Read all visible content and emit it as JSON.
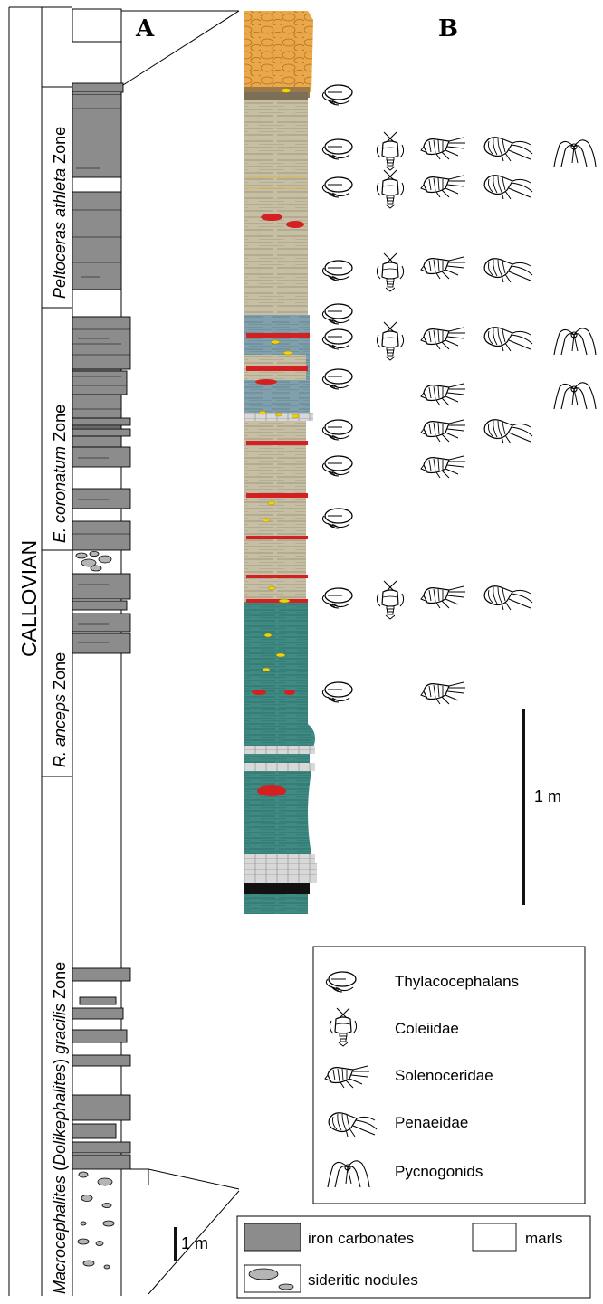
{
  "panel_labels": {
    "a": "A",
    "b": "B"
  },
  "stage": "CALLOVIAN",
  "zones": [
    {
      "id": "athleta",
      "italic": "Peltoceras athleta",
      "plain": " Zone"
    },
    {
      "id": "coronatum",
      "italic": "E. coronatum",
      "plain": " Zone"
    },
    {
      "id": "anceps",
      "italic": "R. anceps",
      "plain": " Zone"
    },
    {
      "id": "gracilis",
      "italic_a": "Macrocephalites",
      "plain_a": " (",
      "italic_b": "Dolikephalites",
      "plain_b": ") ",
      "italic_c": "gracilis",
      "plain_c": " Zone"
    }
  ],
  "scales": {
    "section_a": "1 m",
    "section_b": "1 m"
  },
  "fossil_legend": [
    {
      "key": "thylacocephalans",
      "label": "Thylacocephalans",
      "icon": "thylacocephalan-icon"
    },
    {
      "key": "coleiidae",
      "label": "Coleiidae",
      "icon": "coleiid-icon"
    },
    {
      "key": "solenoceridae",
      "label": "Solenoceridae",
      "icon": "solenocerid-icon"
    },
    {
      "key": "penaeidae",
      "label": "Penaeidae",
      "icon": "penaeid-icon"
    },
    {
      "key": "pycnogonids",
      "label": "Pycnogonids",
      "icon": "pycnogonid-icon"
    }
  ],
  "lithology_legend": [
    {
      "key": "iron_carbonates",
      "label": "iron carbonates",
      "color": "#8c8c8c"
    },
    {
      "key": "marls",
      "label": "marls",
      "color": "#ffffff"
    },
    {
      "key": "sideritic_nodules",
      "label": "sideritic nodules",
      "color": "#b5b5b5"
    }
  ],
  "fossil_rows": [
    {
      "level": 1,
      "taxa": [
        "thylacocephalans"
      ]
    },
    {
      "level": 2,
      "taxa": [
        "thylacocephalans",
        "coleiidae",
        "solenoceridae",
        "penaeidae",
        "pycnogonids"
      ]
    },
    {
      "level": 3,
      "taxa": [
        "thylacocephalans",
        "coleiidae",
        "solenoceridae",
        "penaeidae"
      ]
    },
    {
      "level": 4,
      "taxa": [
        "thylacocephalans",
        "coleiidae",
        "solenoceridae",
        "penaeidae"
      ]
    },
    {
      "level": 5,
      "taxa": [
        "thylacocephalans",
        "coleiidae",
        "solenoceridae",
        "penaeidae",
        "pycnogonids"
      ]
    },
    {
      "level": 6,
      "taxa": [
        "thylacocephalans"
      ]
    },
    {
      "level": 7,
      "taxa": [
        "solenoceridae",
        "pycnogonids"
      ]
    },
    {
      "level": 8,
      "taxa": [
        "thylacocephalans",
        "solenoceridae",
        "penaeidae"
      ]
    },
    {
      "level": 9,
      "taxa": [
        "thylacocephalans",
        "solenoceridae"
      ]
    },
    {
      "level": 10,
      "taxa": [
        "thylacocephalans"
      ]
    },
    {
      "level": 11,
      "taxa": [
        "thylacocephalans",
        "coleiidae",
        "solenoceridae",
        "penaeidae"
      ]
    },
    {
      "level": 12,
      "taxa": [
        "thylacocephalans",
        "solenoceridae"
      ]
    }
  ],
  "colors": {
    "beds": "#8c8c8c",
    "red_layer": "#d42020",
    "yellow_nodule": "#f2d20a",
    "teal_marl": "#3e8a84",
    "tan_marl": "#c8bfa6",
    "orange_top": "#e6a64a"
  }
}
